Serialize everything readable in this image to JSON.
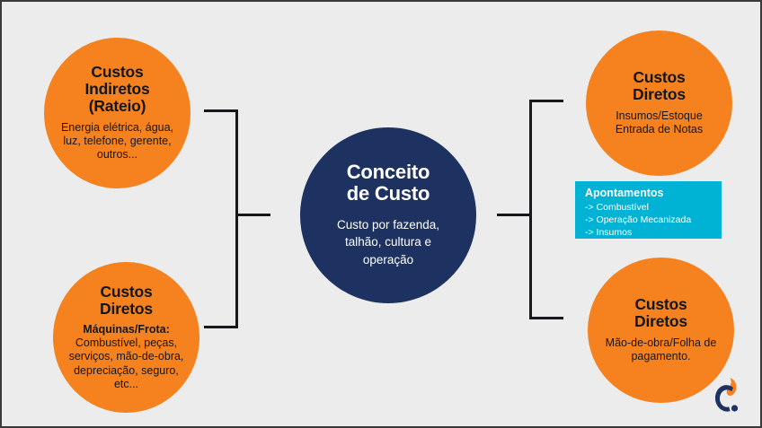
{
  "slide": {
    "background_color": "#ececec",
    "orange": "#f5821f",
    "navy": "#1d3260",
    "cyan": "#00b3d4",
    "line_color": "#16181c"
  },
  "center": {
    "title_line1": "Conceito",
    "title_line2": "de Custo",
    "sub_line1": "Custo por fazenda,",
    "sub_line2": "talhão, cultura e",
    "sub_line3": "operação"
  },
  "nodes": {
    "indiretos": {
      "title_line1": "Custos",
      "title_line2": "Indiretos",
      "title_line3": "(Rateio)",
      "sub_line1": "Energia elétrica, água,",
      "sub_line2": "luz, telefone, gerente,",
      "sub_line3": "outros..."
    },
    "maquinas": {
      "title_line1": "Custos",
      "title_line2": "Diretos",
      "sub_strong": "Máquinas/Frota:",
      "sub_line1": "Combustível, peças,",
      "sub_line2": "serviços, mão-de-obra,",
      "sub_line3": "depreciação, seguro,",
      "sub_line4": "etc..."
    },
    "insumos": {
      "title_line1": "Custos",
      "title_line2": "Diretos",
      "sub_line1": "Insumos/Estoque",
      "sub_line2": "Entrada de Notas"
    },
    "maodeobra": {
      "title_line1": "Custos",
      "title_line2": "Diretos",
      "sub_line1": "Mão-de-obra/Folha de",
      "sub_line2": "pagamento."
    }
  },
  "apontamentos": {
    "title": "Apontamentos",
    "items": [
      "-> Combustível",
      "-> Operação Mecanizada",
      "-> Insumos"
    ]
  },
  "logo": {
    "name": "c-flame-logo",
    "mark_color": "#1d3260",
    "accent_color": "#f5821f"
  }
}
